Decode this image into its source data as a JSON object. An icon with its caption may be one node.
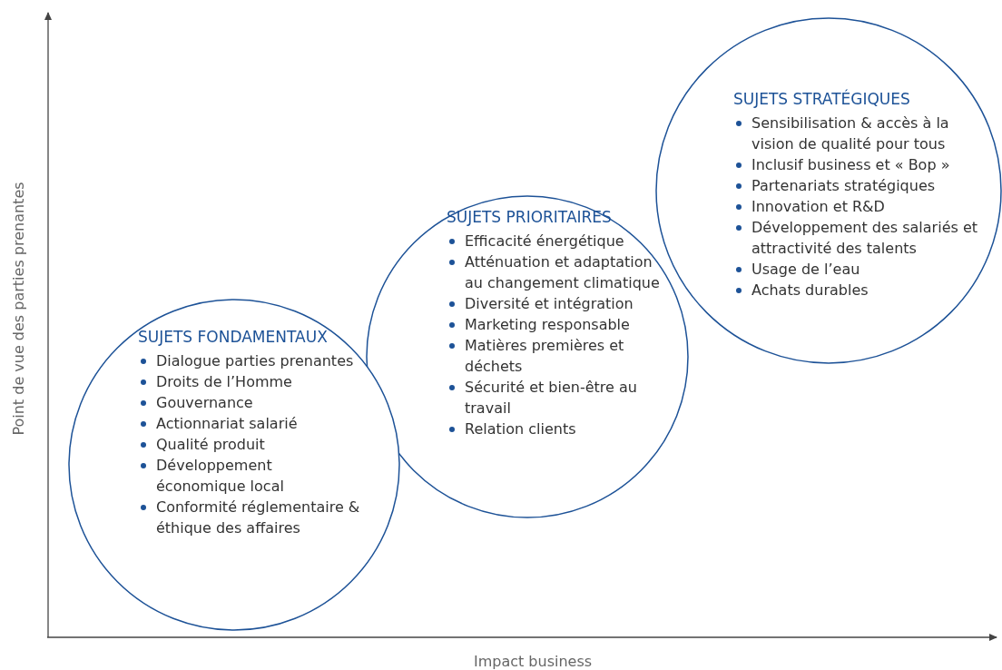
{
  "diagram": {
    "nodes": [
      {
        "text": [
          "SUJETS STRATÉGIQUES",
          "Sensibilisation & accès à la vision de qualité pour tous",
          "Inclusif business et « Bop »",
          "Partenariats stratégiques",
          "Innovation et R&D",
          "Développement des salariés et attractivité des talents",
          "Usage de l’eau",
          "Achats durables"
        ]
      },
      {
        "text": [
          "SUJETS PRIORITAIRES",
          "Efficacité énergétique",
          "Atténuation et adaptation au changement climatique",
          "Diversité et intégration",
          "Marketing responsable",
          "Matières premières et déchets",
          "Sécurité et bien-être au travail",
          "Relation clients"
        ]
      },
      {
        "text": [
          "SUJETS FONDAMENTAUX",
          "Dialogue parties prenantes",
          "Droits de l’Homme",
          "Gouvernance",
          "Actionnariat salarié",
          "Qualité produit",
          "Développement économique local",
          "Conformité réglementaire & éthique des affaires"
        ]
      }
    ],
    "labels": [
      "Point de vue des parties prenantes",
      "Impact business"
    ]
  }
}
